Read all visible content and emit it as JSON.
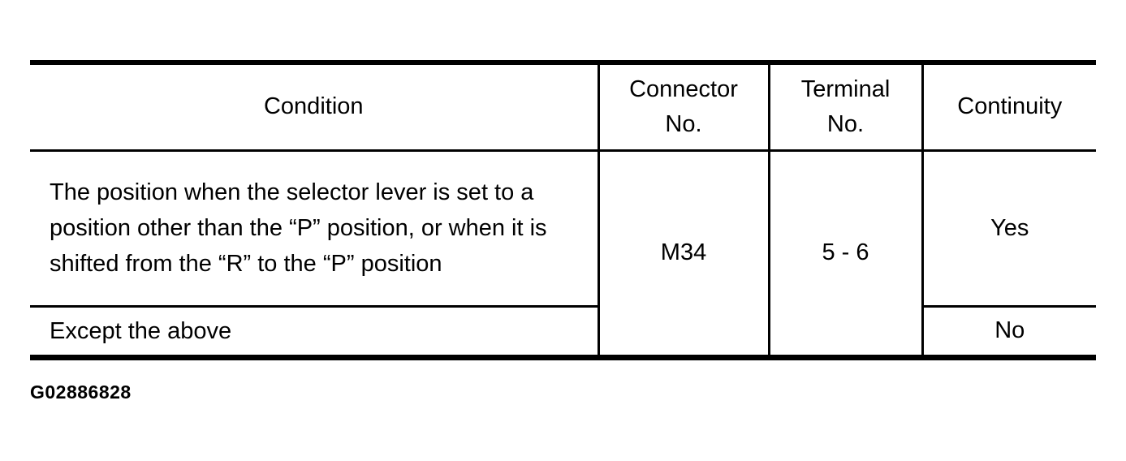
{
  "table": {
    "headers": [
      "Condition",
      "Connector No.",
      "Terminal No.",
      "Continuity"
    ],
    "rows": [
      {
        "condition": "The position when the selector lever is set to a position other than the “P” position, or when it is shifted from the “R” to the “P” position",
        "connector_no": "M34",
        "terminal_no": "5 - 6",
        "continuity": "Yes"
      },
      {
        "condition": "Except the above",
        "continuity": "No"
      }
    ]
  },
  "figure_id": "G02886828",
  "colors": {
    "border": "#000000",
    "text": "#000000",
    "background": "#ffffff"
  }
}
